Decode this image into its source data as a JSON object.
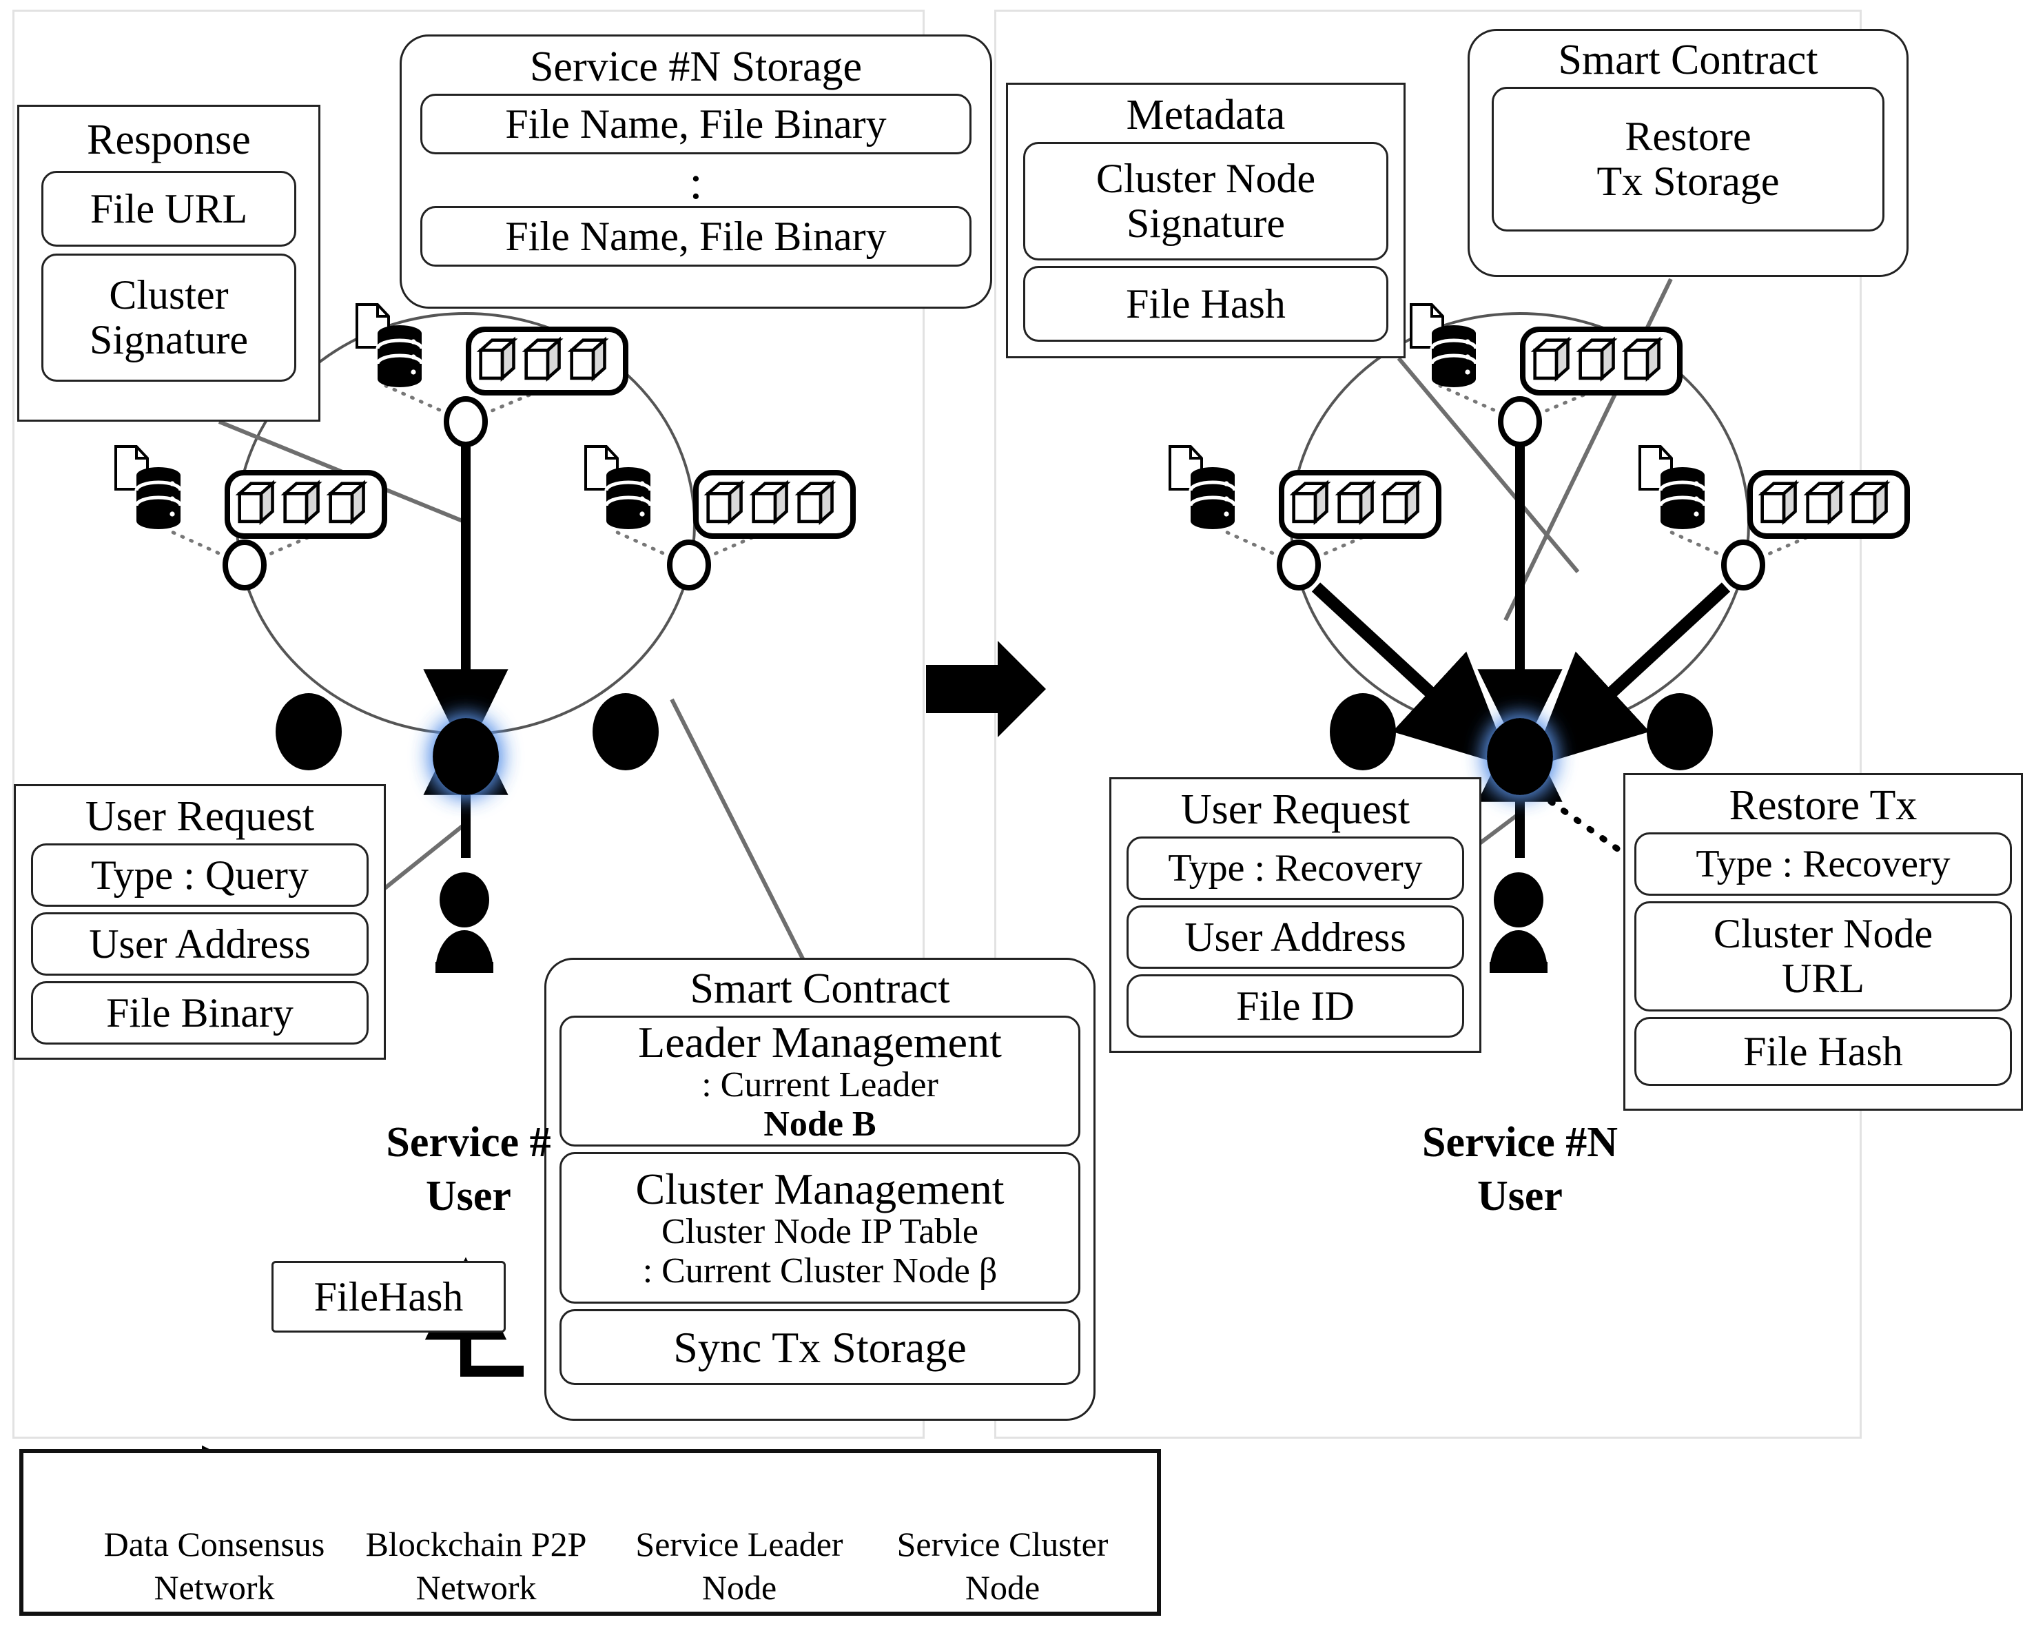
{
  "figure": {
    "type": "architecture-diagram",
    "panels": [
      {
        "id": "left",
        "boxes": {
          "response": {
            "title": "Response",
            "fields": [
              "File URL",
              "Cluster\nSignature"
            ]
          },
          "service_storage": {
            "title": "Service #N Storage",
            "rows": [
              "File Name, File Binary",
              "File Name, File Binary"
            ],
            "ellipsis": ":"
          },
          "user_request": {
            "title": "User Request",
            "fields": [
              "Type : Query",
              "User Address",
              "File Binary"
            ]
          },
          "smart_contract": {
            "title": "Smart Contract",
            "sections": [
              {
                "heading": "Leader Management",
                "line1": ": Current Leader",
                "line2": "Node B"
              },
              {
                "heading": "Cluster Management",
                "line1": "Cluster Node IP Table",
                "line2": ": Current Cluster Node β"
              },
              {
                "heading": "Sync Tx Storage"
              }
            ]
          },
          "filehash": {
            "label": "FileHash"
          }
        },
        "user_label": "Service #\nUser"
      },
      {
        "id": "right",
        "boxes": {
          "metadata": {
            "title": "Metadata",
            "fields": [
              "Cluster Node\nSignature",
              "File Hash"
            ]
          },
          "smart_contract": {
            "title": "Smart Contract",
            "fields": [
              "Restore\nTx Storage"
            ]
          },
          "user_request": {
            "title": "User Request",
            "fields": [
              "Type : Recovery",
              "User Address",
              "File ID"
            ]
          },
          "restore_tx": {
            "title": "Restore Tx",
            "fields": [
              "Type : Recovery",
              "Cluster Node\nURL",
              "File Hash"
            ]
          }
        },
        "user_label": "Service #N\nUser"
      }
    ]
  },
  "legend": {
    "items": [
      {
        "icon": "solid-arrow-icon",
        "line1": "Data Consensus",
        "line2": "Network"
      },
      {
        "icon": "dotted-double-arrow-icon",
        "line1": "Blockchain P2P",
        "line2": "Network"
      },
      {
        "icon": "filled-circle-icon",
        "line1": "Service Leader",
        "line2": "Node"
      },
      {
        "icon": "hollow-circle-icon",
        "line1": "Service Cluster",
        "line2": "Node"
      }
    ]
  },
  "icons": {
    "document": "document-icon",
    "database": "database-cylinder-icon",
    "blockchain": "blockchain-cubes-icon",
    "person": "user-person-icon",
    "transition": "right-arrow-icon"
  },
  "colors": {
    "panel_border": "#e2e2e2",
    "box_border": "#222222",
    "leader_glow": "#5b93e8",
    "grey_link": "#6e6e6e",
    "background": "#ffffff"
  }
}
